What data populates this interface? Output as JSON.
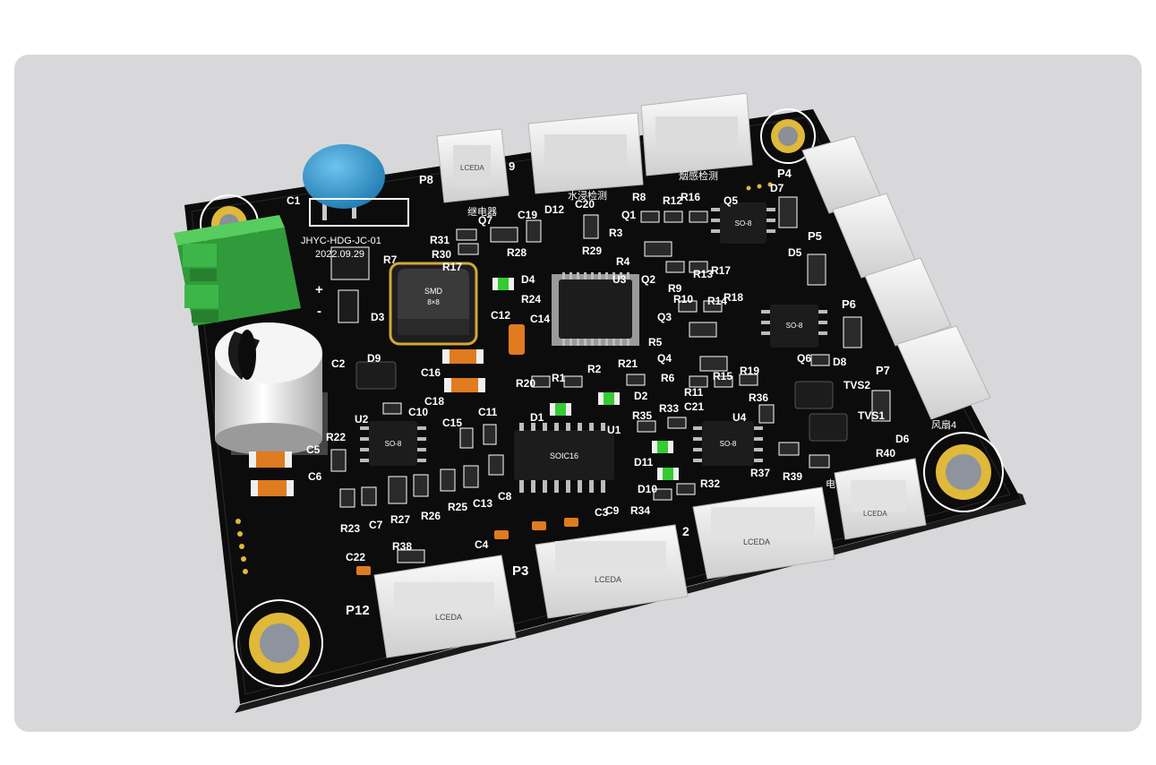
{
  "board": {
    "name": "JHYC-HDG-JC-01",
    "date": "2022.09.29",
    "plus": "+",
    "minus": "-"
  },
  "connectors": {
    "P8": "P8",
    "P9": "9",
    "P4": "P4",
    "P5": "P5",
    "P6": "P6",
    "P7": "P7",
    "P12": "P12",
    "P3": "P3",
    "P2": "2",
    "relay_label": "继电器",
    "water_label": "水浸检测",
    "smoke_label": "烟感检测",
    "fan_label": "风扇4",
    "lceda": "LCEDA",
    "power_label": "电"
  },
  "components": {
    "C1": "C1",
    "R7": "R7",
    "D3": "D3",
    "C2": "C2",
    "D9": "D9",
    "C5": "C5",
    "C6": "C6",
    "R22": "R22",
    "U2": "U2",
    "R23": "R23",
    "C7": "C7",
    "R27": "R27",
    "R26": "R26",
    "C22": "C22",
    "R38": "R38",
    "C16": "C16",
    "C18": "C18",
    "C10": "C10",
    "C15": "C15",
    "C11": "C11",
    "R25": "R25",
    "C13": "C13",
    "C8": "C8",
    "R31": "R31",
    "R30": "R30",
    "R17": "R17",
    "Q7": "Q7",
    "C19": "C19",
    "D12": "D12",
    "C20": "C20",
    "R28": "R28",
    "R29": "R29",
    "D4": "D4",
    "R24": "R24",
    "C12": "C12",
    "C14": "C14",
    "U3": "U3",
    "R8": "R8",
    "Q1": "Q1",
    "R12": "R12",
    "R16": "R16",
    "Q5": "Q5",
    "R3": "R3",
    "R4": "R4",
    "Q2": "Q2",
    "R9": "R9",
    "R13": "R13",
    "R17b": "R17",
    "R10": "R10",
    "R14": "R14",
    "R18": "R18",
    "Q3": "Q3",
    "R5": "R5",
    "Q4": "Q4",
    "R6": "R6",
    "R11": "R11",
    "R15": "R15",
    "R19": "R19",
    "Q6": "Q6",
    "R20": "R20",
    "R1": "R1",
    "R2": "R2",
    "R21": "R21",
    "D1": "D1",
    "D2": "D2",
    "U1": "U1",
    "R35": "R35",
    "R33": "R33",
    "C21": "C21",
    "U4": "U4",
    "R36": "R36",
    "D11": "D11",
    "D10": "D10",
    "R32": "R32",
    "R37": "R37",
    "R39": "R39",
    "R34": "R34",
    "C4": "C4",
    "C9": "C9",
    "C3": "C3",
    "TVS2": "TVS2",
    "TVS1": "TVS1",
    "D6": "D6",
    "R40": "R40",
    "D7": "D7",
    "D5": "D5",
    "D8": "D8"
  },
  "chips": {
    "inductor_top": "SMD",
    "inductor_bottom": "8×8",
    "soic16": "SOIC16",
    "so8": "SO-8"
  },
  "colors": {
    "pcb": "#0c0c0c",
    "silkscreen": "#ffffff",
    "gold": "#e0b83a",
    "terminal": "#3db649",
    "capacitor_blue": "#2b8fc9",
    "header": "#ececec",
    "led": "#33cc33",
    "smd_cap": "#e07b1f",
    "background": "#d8d8da"
  }
}
